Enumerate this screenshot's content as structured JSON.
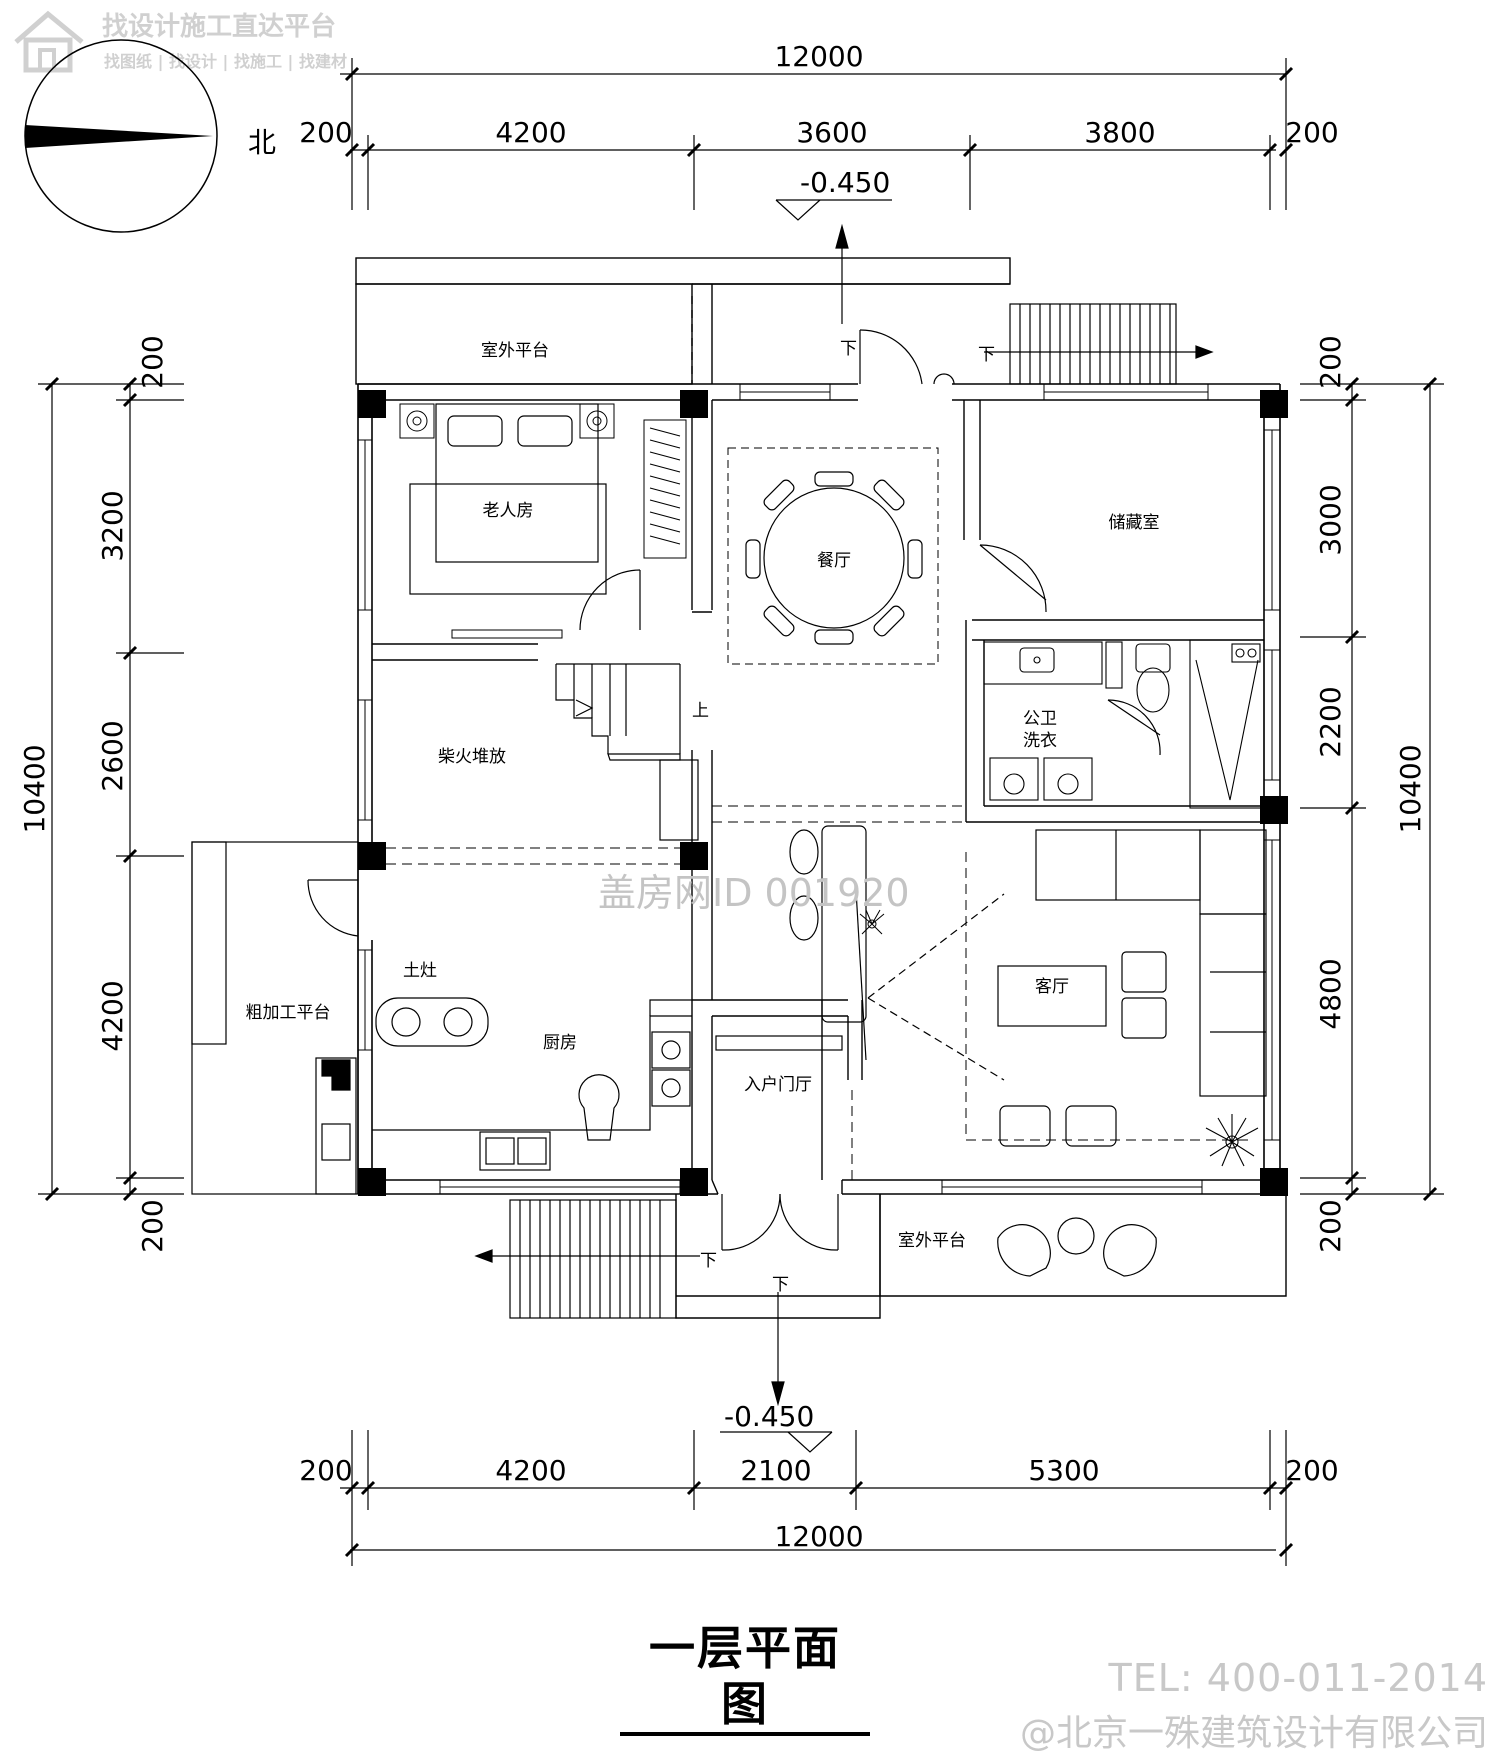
{
  "drawing_title": "一层平面图",
  "watermark": {
    "logo_line1": "找设计施工直达平台",
    "logo_line2": "找图纸 | 找设计 | 找施工 | 找建材",
    "center": "盖房网ID 001920",
    "tel": "TEL: 400-011-2014",
    "company": "@北京一殊建筑设计有限公司"
  },
  "north_label": "北",
  "levels": {
    "north_entrance": "-0.450",
    "south_entrance": "-0.450"
  },
  "dimensions": {
    "top_total": "12000",
    "top": [
      "200",
      "4200",
      "3600",
      "3800",
      "200"
    ],
    "bottom_total": "12000",
    "bottom": [
      "200",
      "4200",
      "2100",
      "5300",
      "200"
    ],
    "left_total": "10400",
    "left": [
      "200",
      "3200",
      "2600",
      "4200",
      "200"
    ],
    "right_total": "10400",
    "right": [
      "200",
      "3000",
      "2200",
      "4800",
      "200"
    ]
  },
  "rooms": {
    "outdoor_terrace_north": "室外平台",
    "elderly_room": "老人房",
    "dining": "餐厅",
    "storage": "储藏室",
    "firewood": "柴火堆放",
    "public_bath": "公卫",
    "laundry": "洗衣",
    "earth_stove": "土灶",
    "rough_processing": "粗加工平台",
    "kitchen": "厨房",
    "entrance_hall": "入户门厅",
    "living_room": "客厅",
    "outdoor_terrace_south": "室外平台"
  },
  "stair_labels": {
    "up": "上",
    "down": "下"
  }
}
